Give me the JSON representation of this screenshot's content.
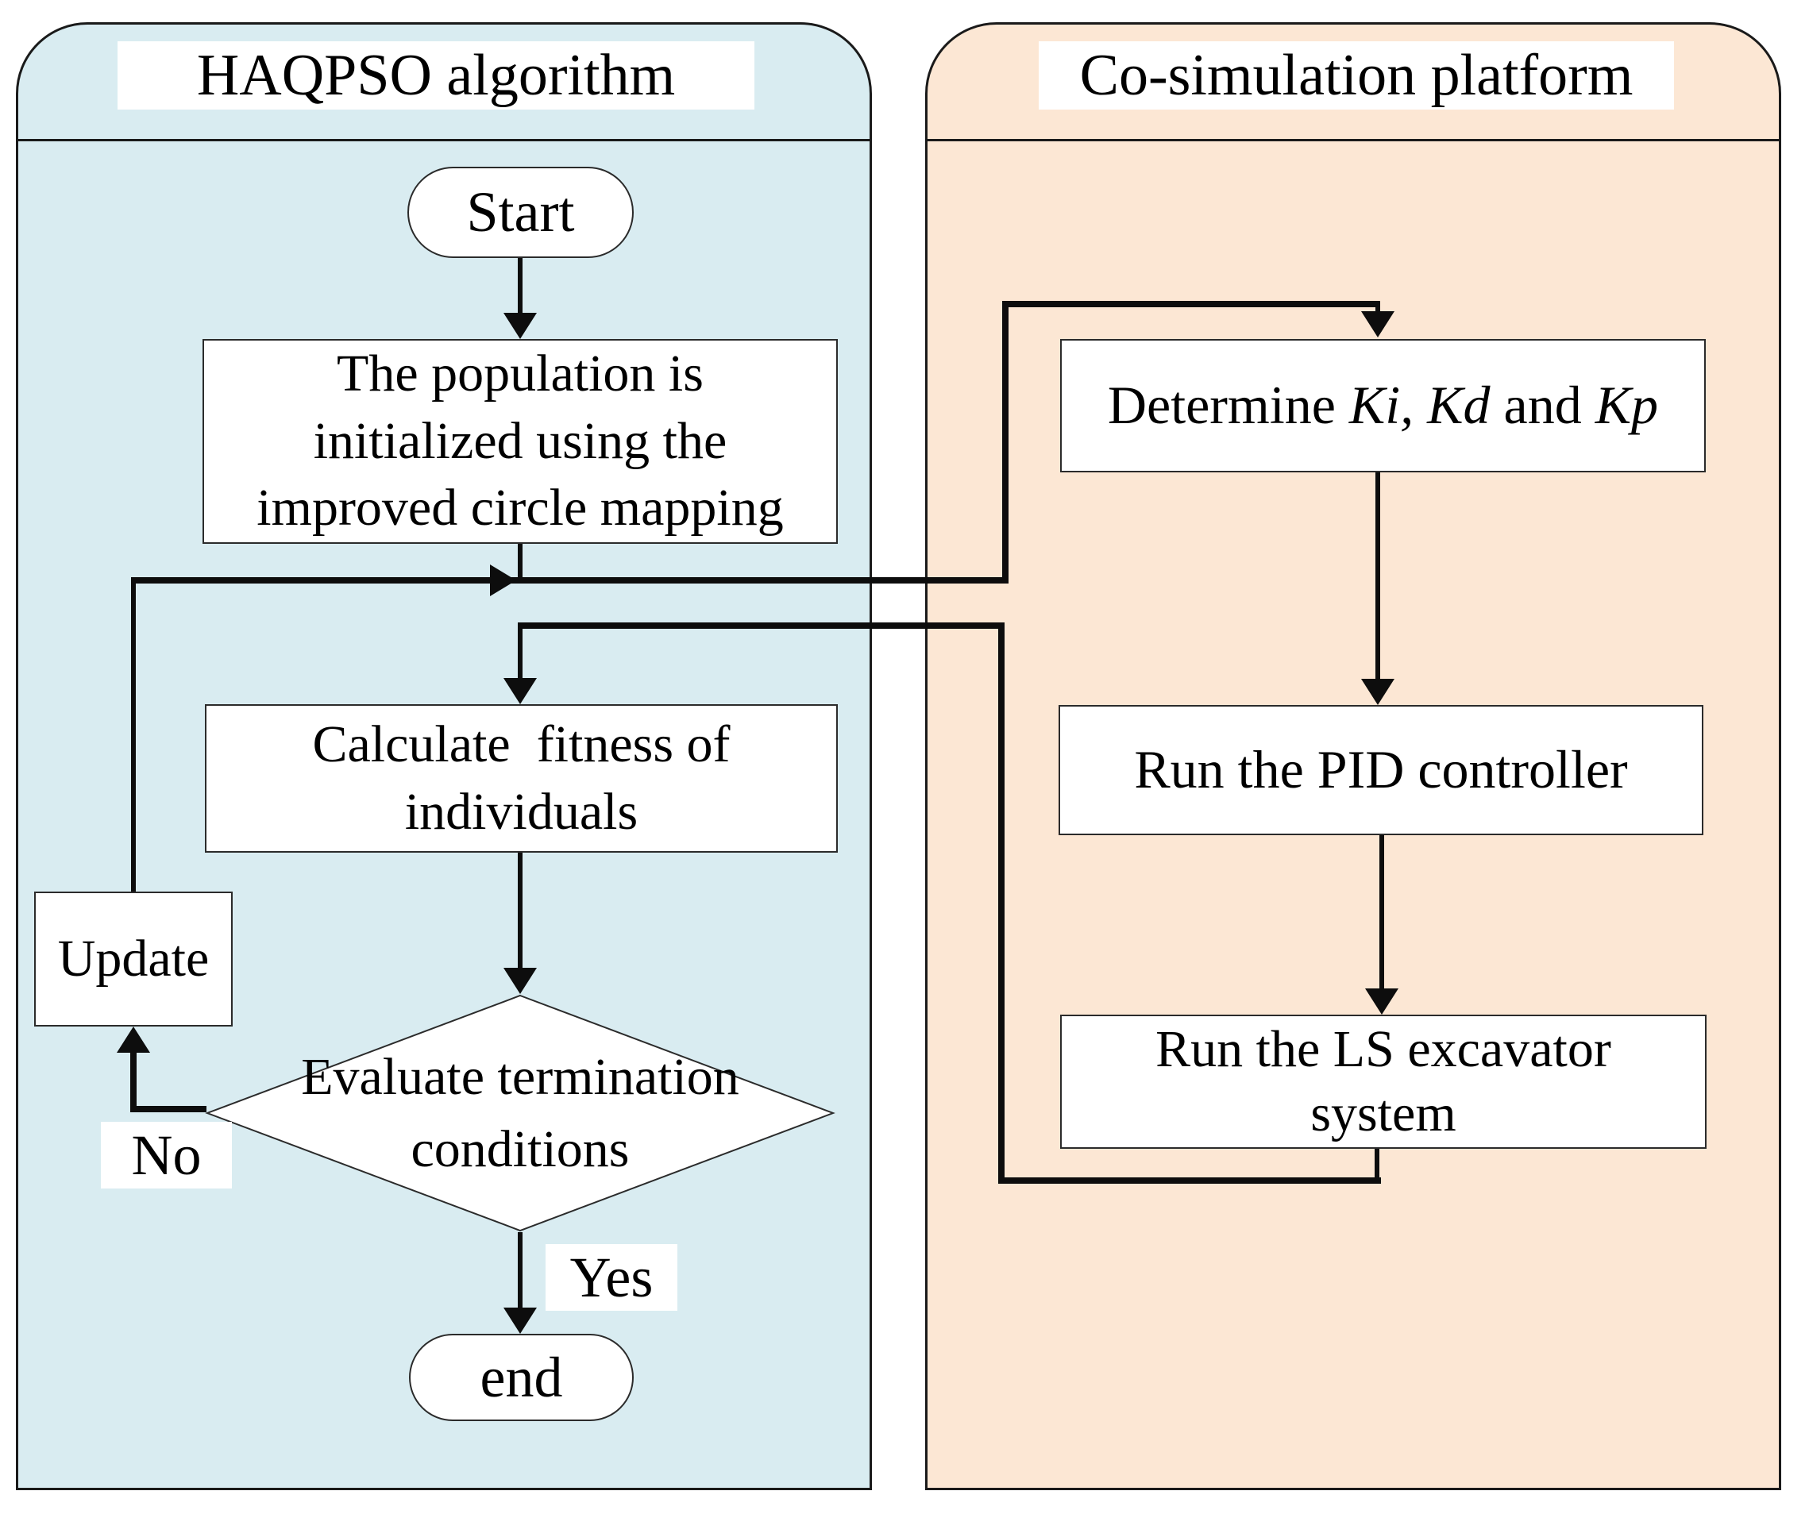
{
  "panels": {
    "left": {
      "title": "HAQPSO algorithm"
    },
    "right": {
      "title": "Co-simulation platform"
    }
  },
  "nodes": {
    "start": "Start",
    "init_population": "The population is\ninitialized using the\nimproved circle mapping",
    "calculate_fitness": "Calculate  fitness of\nindividuals",
    "evaluate_termination": "Evaluate termination\nconditions",
    "update": "Update",
    "end": "end",
    "determine": {
      "pre": "Determine ",
      "i1": "Ki, Kd",
      "mid": " and ",
      "i2": "Kp"
    },
    "run_pid": "Run the PID controller",
    "run_ls": "Run the LS excavator\nsystem"
  },
  "labels": {
    "no": "No",
    "yes": "Yes"
  },
  "colors": {
    "left_panel": "#d9ecf1",
    "right_panel": "#fce7d4",
    "line": "#0d0d0d",
    "box_border": "#2b2b2b",
    "panel_border": "#1a1a1a",
    "node_fill": "#ffffff"
  }
}
